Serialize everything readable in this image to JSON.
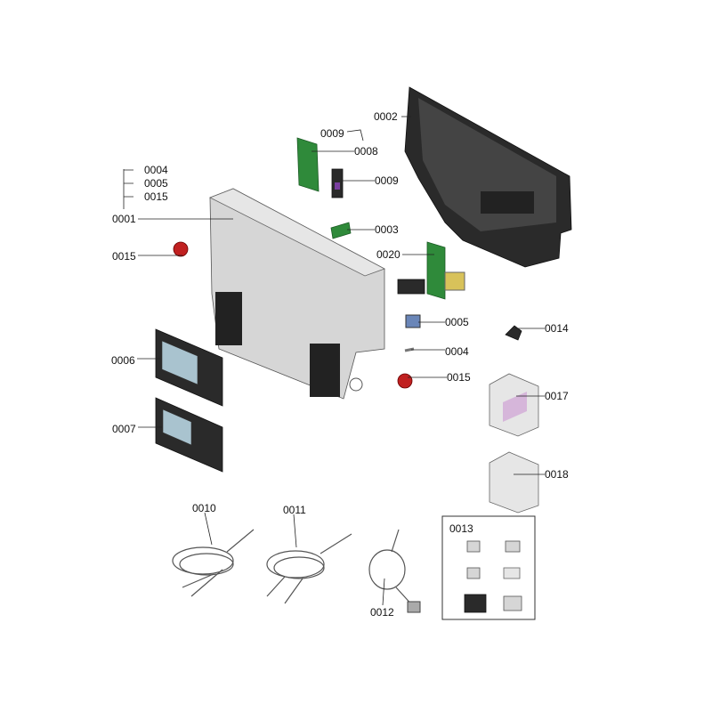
{
  "labels": {
    "p0002": "0002",
    "p0009a": "0009",
    "p0008": "0008",
    "p0009b": "0009",
    "g0004": "0004",
    "g0005": "0005",
    "g0015": "0015",
    "p0001": "0001",
    "p0003": "0003",
    "p0015a": "0015",
    "p0020": "0020",
    "p0005": "0005",
    "p0014": "0014",
    "p0004": "0004",
    "p0006": "0006",
    "p0015b": "0015",
    "p0017": "0017",
    "p0007": "0007",
    "p0018": "0018",
    "p0010": "0010",
    "p0011": "0011",
    "p0013": "0013",
    "p0012": "0012"
  },
  "colors": {
    "pcb": "#2f8a3a",
    "seal": "#c02020",
    "housing": "#d6d6d6",
    "back_cover": "#2a2a2a"
  }
}
